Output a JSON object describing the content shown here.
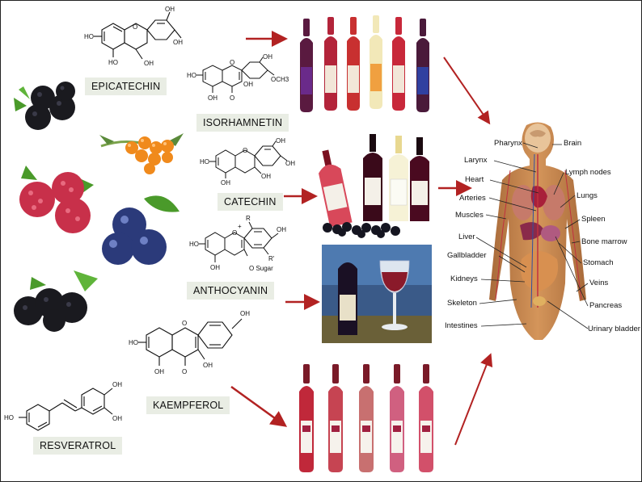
{
  "compounds": {
    "epicatechin": "EPICATECHIN",
    "isorhamnetin": "ISORHAMNETIN",
    "catechin": "CATECHIN",
    "anthocyanin": "ANTHOCYANIN",
    "kaempferol": "KAEMPFEROL",
    "resveratrol": "RESVERATROL"
  },
  "chem_text": {
    "oh": "OH",
    "ho": "HO",
    "o": "O",
    "och3": "OCH3",
    "osugar": "O Sugar",
    "r": "R",
    "r_prime": "R'",
    "plus": "+"
  },
  "organs": {
    "brain": "Brain",
    "pharynx": "Pharynx",
    "larynx": "Larynx",
    "heart": "Heart",
    "arteries": "Arteries",
    "muscles": "Muscles",
    "liver": "Liver",
    "gallbladder": "Gallbladder",
    "kidneys": "Kidneys",
    "skeleton": "Skeleton",
    "intestines": "Intestines",
    "lymph_nodes": "Lymph nodes",
    "lungs": "Lungs",
    "spleen": "Spleen",
    "bone_marrow": "Bone marrow",
    "stomach": "Stomach",
    "veins": "Veins",
    "pancreas": "Pancreas",
    "urinary_bladder": "Urinary bladder"
  },
  "colors": {
    "arrow": "#b22222",
    "label_bg": "#e9ede4",
    "blackberry": "#1a1a1f",
    "raspberry": "#c8304a",
    "blueberry": "#2b3a7a",
    "seabuckthorn": "#f08a1c",
    "leaf": "#4a9a2a"
  }
}
